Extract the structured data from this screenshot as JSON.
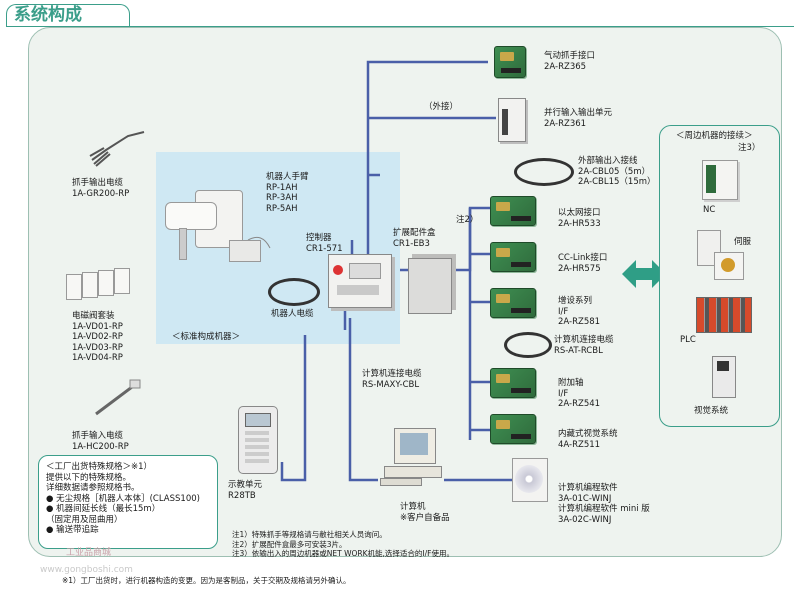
{
  "title": "系统构成",
  "standard_group": "＜标准构成机器＞",
  "robot_arm": {
    "title": "机器人手臂",
    "models": [
      "RP-1AH",
      "RP-3AH",
      "RP-5AH"
    ]
  },
  "controller": {
    "title": "控制器",
    "model": "CR1-571"
  },
  "robot_cable": "机器人电缆",
  "left_items": [
    {
      "label": "抓手输出电缆",
      "model": "1A-GR200-RP"
    },
    {
      "label": "电磁阀套装",
      "models": [
        "1A-VD01-RP",
        "1A-VD02-RP",
        "1A-VD03-RP",
        "1A-VD04-RP"
      ]
    },
    {
      "label": "抓手输入电缆",
      "model": "1A-HC200-RP"
    }
  ],
  "factory_spec": {
    "title": "＜工厂出货特殊规格＞※1）",
    "lines": [
      "提供以下的特殊规格。",
      "详细数据请参照规格书。"
    ],
    "bullets": [
      "● 无尘规格［机器人本体］(CLASS100)",
      "● 机器间延长线（最长15m）",
      "（固定用及屈曲用）",
      "● 输送带追踪"
    ]
  },
  "teach": {
    "label": "示教单元",
    "model": "R28TB"
  },
  "pc_cable": {
    "label": "计算机连接电缆",
    "model": "RS-MAXY-CBL"
  },
  "pc": {
    "label": "计算机",
    "note": "※客户自备品"
  },
  "expansion": {
    "label": "扩展配件盒",
    "model": "CR1-EB3",
    "note_mark": "注2）"
  },
  "external": "（外接）",
  "top_items": [
    {
      "label": "气动抓手接口",
      "model": "2A-RZ365"
    },
    {
      "label": "并行输入输出单元",
      "model": "2A-RZ361"
    },
    {
      "label": "外部输出入接线",
      "models": [
        "2A-CBL05（5m）",
        "2A-CBL15（15m）"
      ]
    }
  ],
  "boards": [
    {
      "lines": [
        "以太网接口",
        "2A-HR533"
      ]
    },
    {
      "lines": [
        "CC-Link接口",
        "2A-HR575"
      ]
    },
    {
      "lines": [
        "增设系列",
        "I/F",
        "2A-RZ581"
      ]
    },
    {
      "lines": [
        "计算机连接电缆",
        "RS-AT-RCBL"
      ]
    },
    {
      "lines": [
        "附加轴",
        "I/F",
        "2A-RZ541"
      ]
    },
    {
      "lines": [
        "内藏式视觉系统",
        "4A-RZ511"
      ]
    }
  ],
  "software": {
    "lines": [
      "计算机编程软件",
      "3A-01C-WINJ",
      "计算机编程软件 mini 版",
      "3A-02C-WINJ"
    ]
  },
  "peripheral": {
    "title": "＜周边机器的接续＞",
    "note": "注3）",
    "items": [
      "NC",
      "伺服",
      "PLC",
      "视觉系统"
    ]
  },
  "notes": [
    "注1）特殊抓手等规格请与敝社相关人员询问。",
    "注2）扩展配件盒最多可安装3片。",
    "注3）依输出入的周边机器或NET WORK机能,选择适合的I/F使用。"
  ],
  "footnote": "※1）工厂出货时，进行机器构造的变更。因为是客制品，关于交期及规格请另外确认。",
  "watermark": {
    "brand": "工业品商城",
    "url": "www.gongboshi.com"
  },
  "colors": {
    "accent": "#3b9e8a",
    "panel": "#eef3ef",
    "highlight": "#cfe8f3",
    "wire": "#4a5fa8",
    "arrow": "#2f9e86"
  }
}
